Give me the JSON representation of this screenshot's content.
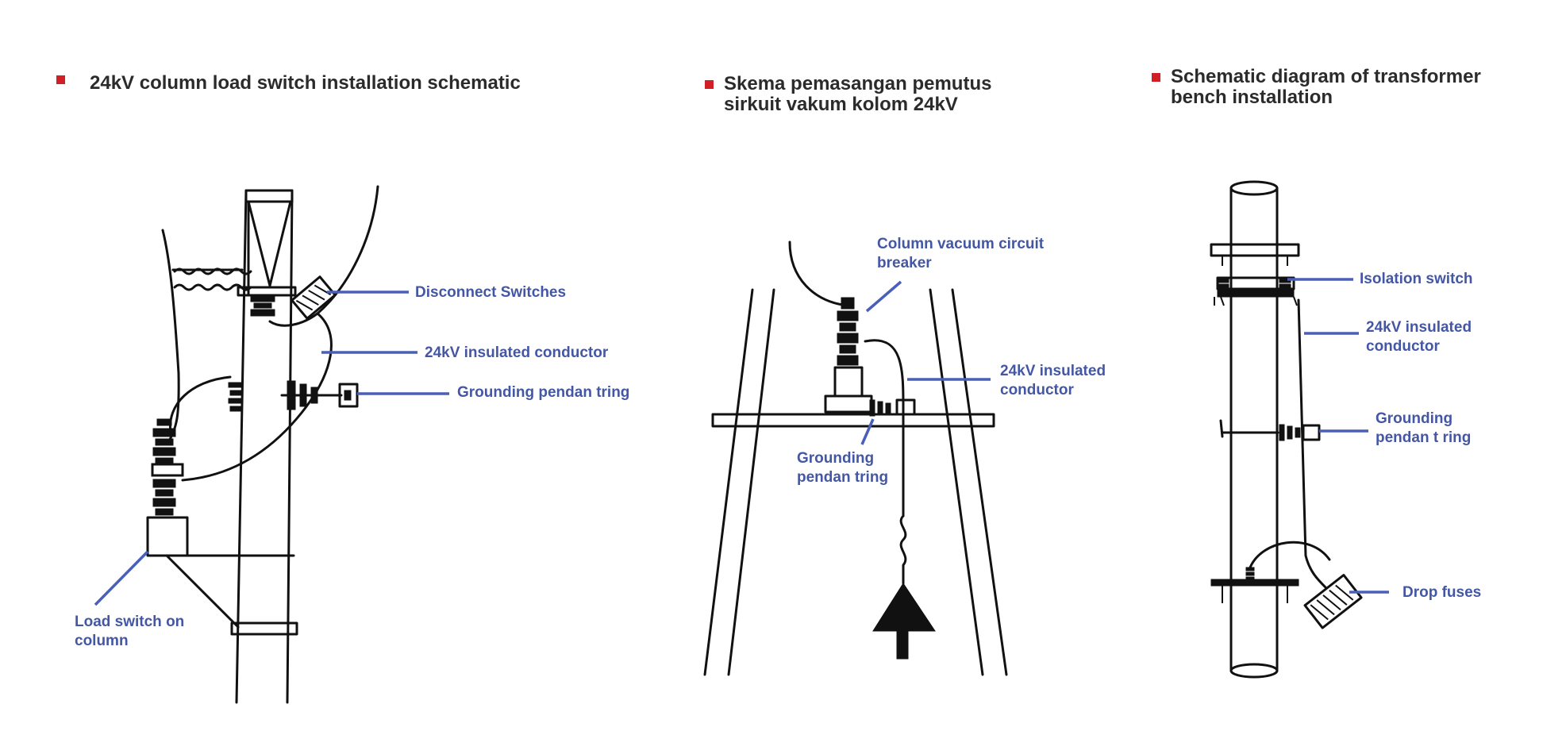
{
  "accent_color": "#d21f26",
  "label_color": "#4357a5",
  "panels": {
    "load_switch": {
      "title": "24kV column load switch installation schematic",
      "callouts": {
        "disconnect": "Disconnect Switches",
        "conductor": "24kV insulated conductor",
        "grounding": "Grounding pendan tring",
        "load_switch": "Load switch on\ncolumn"
      }
    },
    "vacuum_breaker": {
      "title": "Skema pemasangan pemutus\nsirkuit vakum kolom 24kV",
      "callouts": {
        "breaker": "Column vacuum circuit\nbreaker",
        "conductor": "24kV insulated\nconductor",
        "grounding": "Grounding\npendan tring"
      }
    },
    "transformer": {
      "title": "Schematic diagram of transformer\nbench installation",
      "callouts": {
        "isolation": "Isolation switch",
        "conductor": "24kV insulated\nconductor",
        "grounding": "Grounding\npendan t ring",
        "fuses": "Drop fuses"
      }
    }
  }
}
